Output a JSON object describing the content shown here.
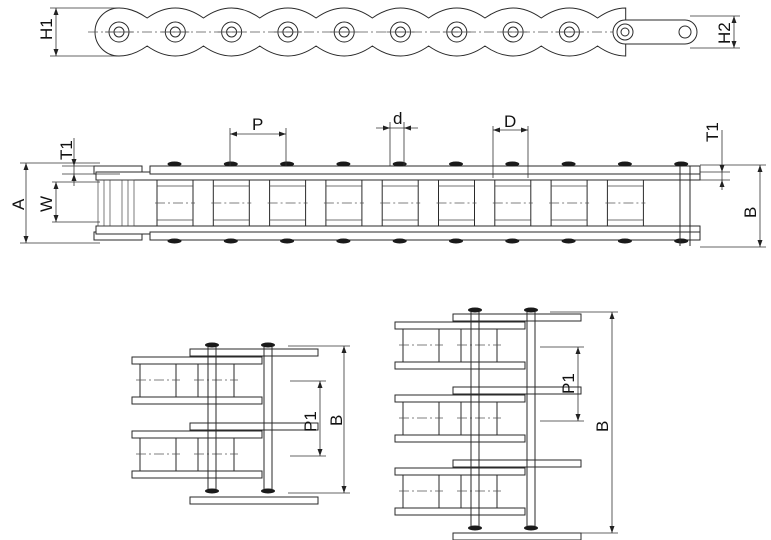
{
  "labels": {
    "H1": "H1",
    "H2": "H2",
    "P": "P",
    "d": "d",
    "D": "D",
    "T1_left": "T1",
    "T1_right": "T1",
    "A": "A",
    "W": "W",
    "B_top": "B",
    "P1_double": "P1",
    "B_double": "B",
    "P1_triple": "P1",
    "B_triple": "B"
  }
}
